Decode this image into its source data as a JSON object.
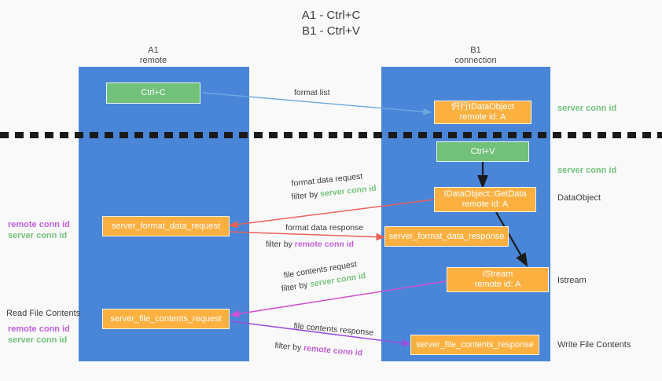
{
  "diagram": {
    "title": "A1 - Ctrl+C\nB1 - Ctrl+V",
    "background_color": "#f9f9f9",
    "lane_color": "#4a86d8",
    "node_green_color": "#72c17a",
    "node_orange_color": "#fbb040",
    "server_conn_color": "#74c47c",
    "remote_conn_color": "#c060d8"
  },
  "lanes": [
    {
      "name": "lane-a1",
      "header": "A1\nremote"
    },
    {
      "name": "lane-b1",
      "header": "B1\nconnection"
    }
  ],
  "nodes": {
    "ctrl_c": "Ctrl+C",
    "ctrl_v": "Ctrl+V",
    "idataobject": "伬行IDataObject\nremote id: A",
    "idataobject_getdata": "IDataObject::GetData\nremote id: A",
    "istream": "IStream\nremote id: A",
    "server_format_data_request": "server_format_data_request",
    "server_format_data_response": "server_format_data_response",
    "server_file_contents_request": "server_file_contents_request",
    "server_file_contents_response": "server_file_contents_response"
  },
  "edge_labels": {
    "format_list": "format list",
    "format_data_request": "format data request",
    "format_data_response": "format data response",
    "file_contents_request": "file contents request",
    "file_contents_response": "file contents response",
    "filter_by": "filter by ",
    "server_conn_id": "server conn id",
    "remote_conn_id": "remote conn id"
  },
  "right_annotations": [
    {
      "name": "server-conn-id-top",
      "text": "server conn id",
      "kind": "server"
    },
    {
      "name": "server-conn-id-second",
      "text": "server conn id",
      "kind": "server"
    },
    {
      "name": "dataobject",
      "text": "DataObject",
      "kind": "plain"
    },
    {
      "name": "istream",
      "text": "Istream",
      "kind": "plain"
    },
    {
      "name": "write-file-contents",
      "text": "Write File Contents",
      "kind": "plain"
    }
  ],
  "left_annotations": {
    "format_remote": "remote conn id",
    "format_server": "server conn id",
    "read_file_contents": "Read File Contents",
    "file_remote": "remote conn id",
    "file_server": "server conn id"
  }
}
